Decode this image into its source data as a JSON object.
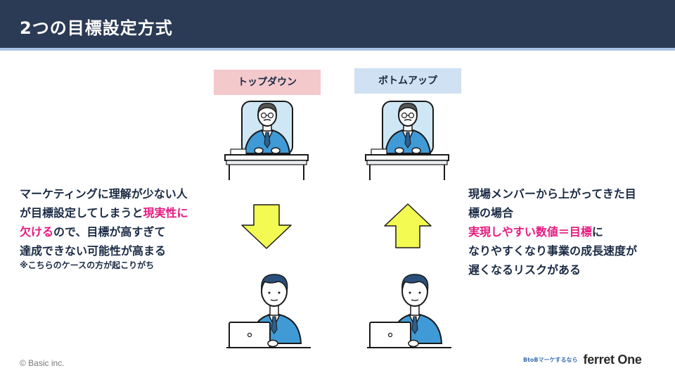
{
  "header": {
    "title": "2つの目標設定方式"
  },
  "approaches": {
    "topdown": {
      "label": "トップダウン"
    },
    "bottomup": {
      "label": "ボトムアップ"
    }
  },
  "left": {
    "line1": "マーケティングに理解が少ない人",
    "line2_before": "が目標設定してしまうと",
    "line2_highlight": "現実性に",
    "line3_highlight": "欠ける",
    "line3_after": "ので、目標が高すぎて",
    "line4": "達成できない可能性が高まる",
    "note": "※こちらのケースの方が起こりがち"
  },
  "right": {
    "line1": "現場メンバーから上がってきた目",
    "line2": "標の場合",
    "line3_highlight": "実現しやすい数値＝目標",
    "line3_after": "に",
    "line4": "なりやすくなり事業の成長速度が",
    "line5": "遅くなるリスクがある"
  },
  "footer": {
    "copyright": "© Basic inc.",
    "brand_tagline": "BtoBマーケするなら",
    "brand_logo": "ferret One"
  },
  "colors": {
    "header_bg": "#2b3a55",
    "header_rule": "#a9c4e6",
    "topdown_label_bg": "#f3c9cc",
    "bottomup_label_bg": "#cfe1f3",
    "highlight": "#e6197f",
    "arrow_fill": "#f3fa52",
    "suit_blue": "#3f9ad6"
  },
  "icons": {
    "topdown_direction": "arrow-down-icon",
    "bottomup_direction": "arrow-up-icon",
    "manager": "manager-at-desk-icon",
    "worker": "worker-with-laptop-icon"
  }
}
